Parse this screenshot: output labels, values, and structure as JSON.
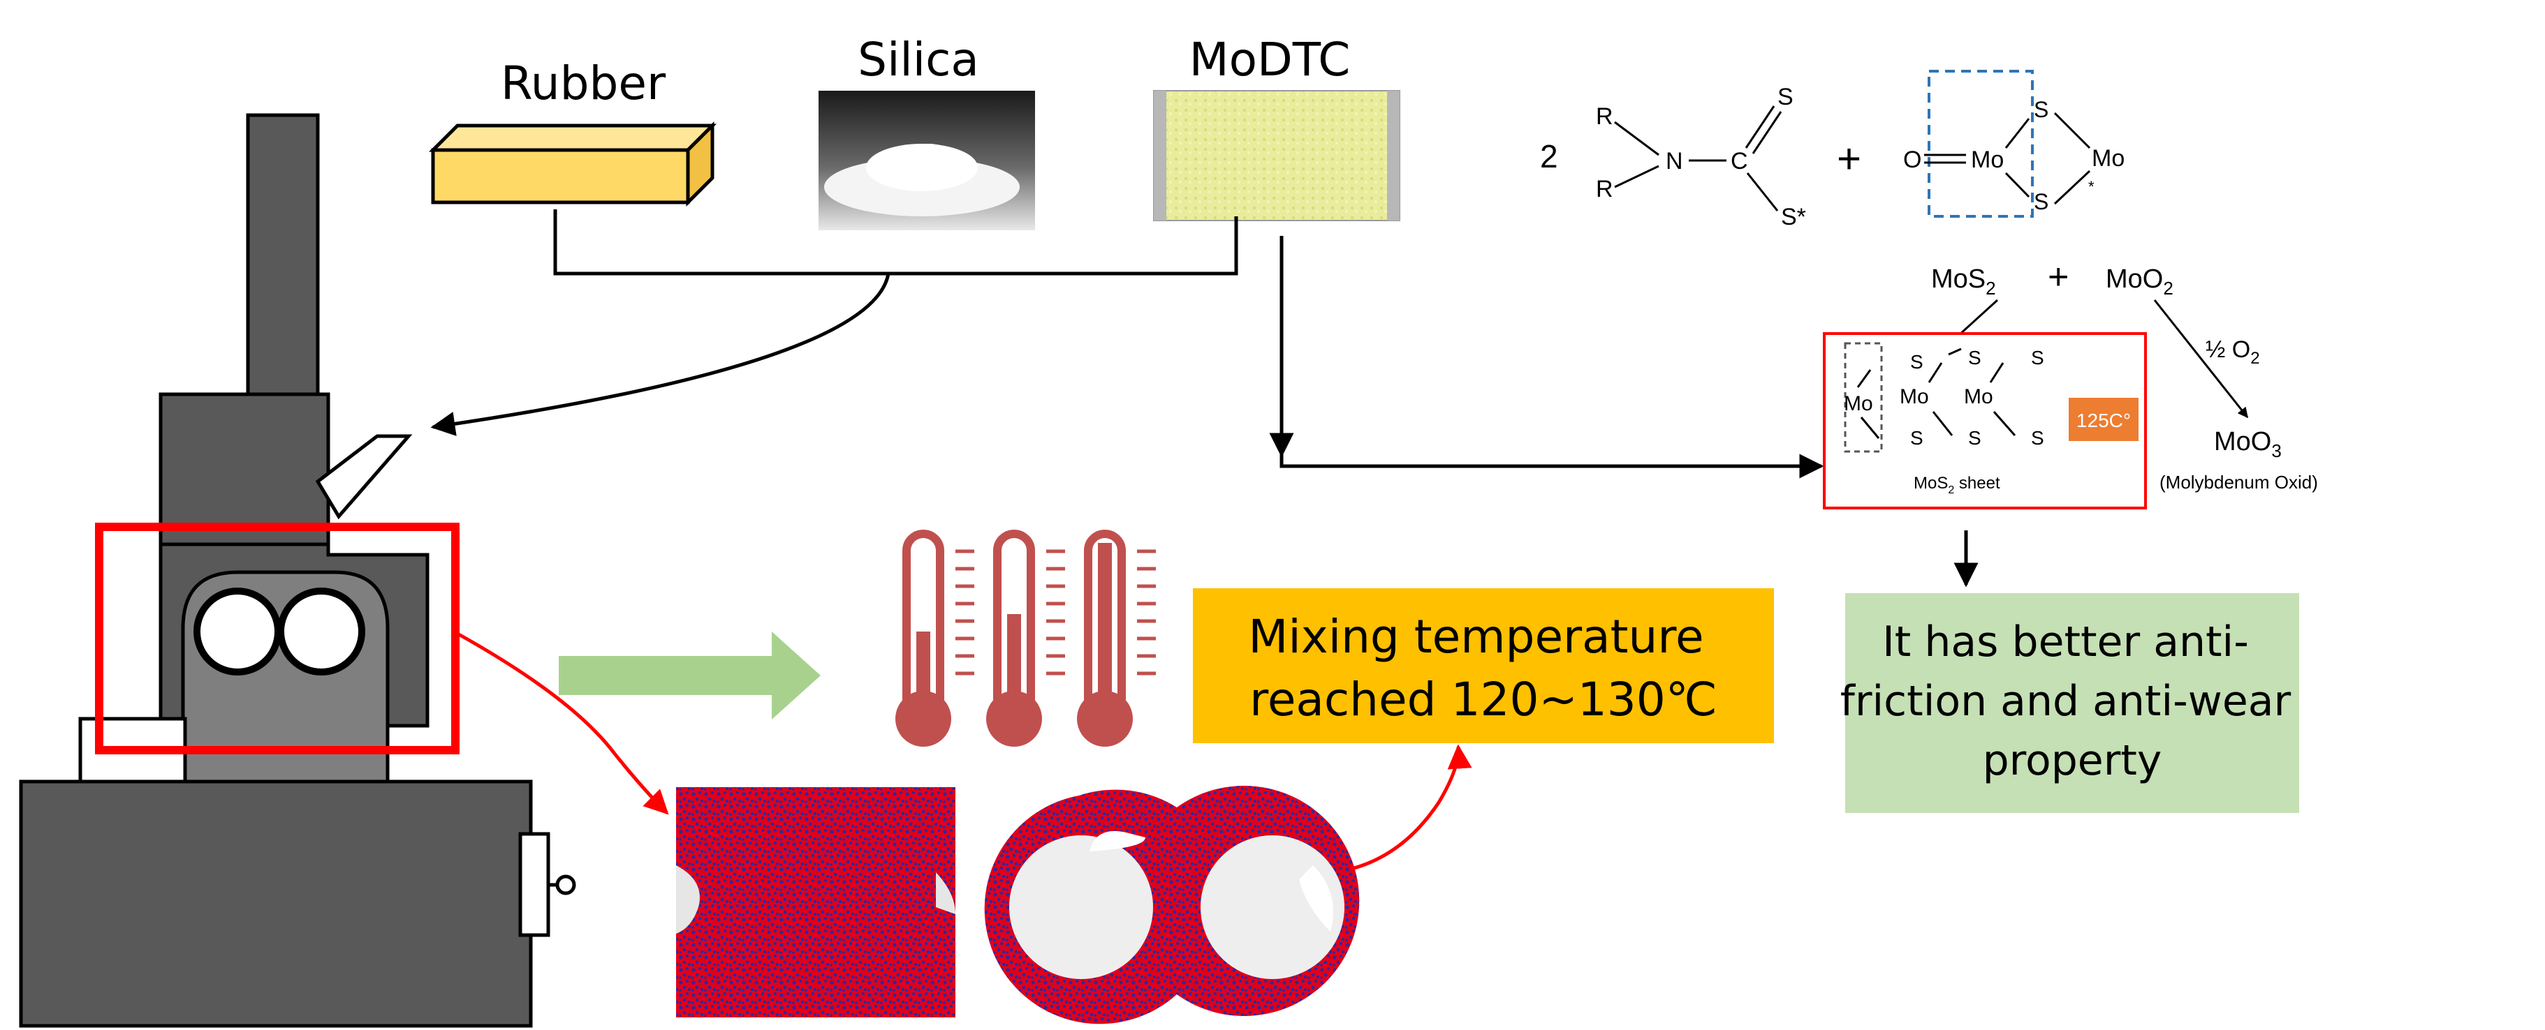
{
  "materials": {
    "rubber": "Rubber",
    "silica": "Silica",
    "modtc": "MoDTC"
  },
  "reaction": {
    "coefficient": "2",
    "r1": "R",
    "r2": "R",
    "n": "N",
    "c": "C",
    "s_double": "S",
    "s_star": "S*",
    "plus1": "+",
    "o": "O",
    "mo1": "Mo",
    "s_top": "S",
    "s_bot": "S",
    "mo2": "Mo",
    "mo2_star": "*",
    "mos2_base": "MoS",
    "mos2_sub": "2",
    "plus2": "+",
    "moo2_base": "MoO",
    "moo2_sub": "2",
    "half_o2_base": "½ O",
    "half_o2_sub": "2",
    "moo3_base": "MoO",
    "moo3_sub": "3",
    "moo3_name": "(Molybdenum Oxid)"
  },
  "sheet": {
    "mo_labels": [
      "Mo",
      "Mo",
      "Mo"
    ],
    "s_labels": [
      "S",
      "S",
      "S",
      "S",
      "S",
      "S"
    ],
    "caption_base": "MoS",
    "caption_sub": "2",
    "caption_rest": " sheet",
    "temperature": "125C°"
  },
  "mixing_label": [
    "Mixing temperature",
    "reached 120~130℃"
  ],
  "result_label": [
    "It has better anti-",
    "friction and anti-wear",
    "property"
  ],
  "colors": {
    "machine_dark": "#595959",
    "machine_light": "#7f7f7f",
    "highlight_red": "#ff0000",
    "rubber_fill": "#ffd966",
    "flow_arrow": "#a9d18e",
    "thermometer": "#c0504d",
    "mixing_box": "#ffc000",
    "result_box": "#c5e0b4",
    "temp_badge": "#ed7d31",
    "dashed_blue": "#2e75b6",
    "particle_red": "#e0001b",
    "particle_blue": "#2a2aa0"
  },
  "icons": [
    "thermometer-icon",
    "flow-arrow-icon"
  ]
}
